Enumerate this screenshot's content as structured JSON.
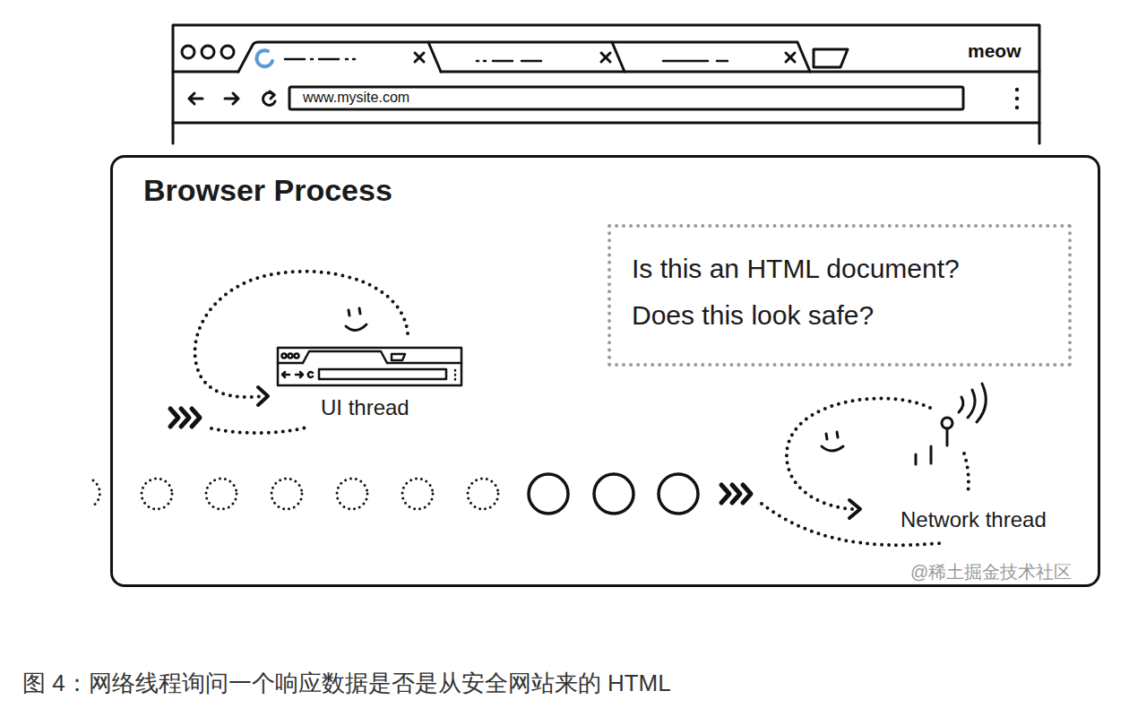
{
  "diagram": {
    "caption": "图 4：网络线程询问一个响应数据是否是从安全网站来的 HTML",
    "nodes": [
      {
        "text": [
          "Browser Process"
        ]
      },
      {
        "text": [
          "Is this an HTML document? Does this look safe?"
        ],
        "in": 0
      },
      {
        "text": [
          "UI thread"
        ],
        "in": 0
      },
      {
        "text": [
          "Network thread"
        ],
        "in": 0
      }
    ],
    "labels": [
      "meow",
      "www.mysite.com",
      "@稀土掘金技术社区"
    ]
  }
}
